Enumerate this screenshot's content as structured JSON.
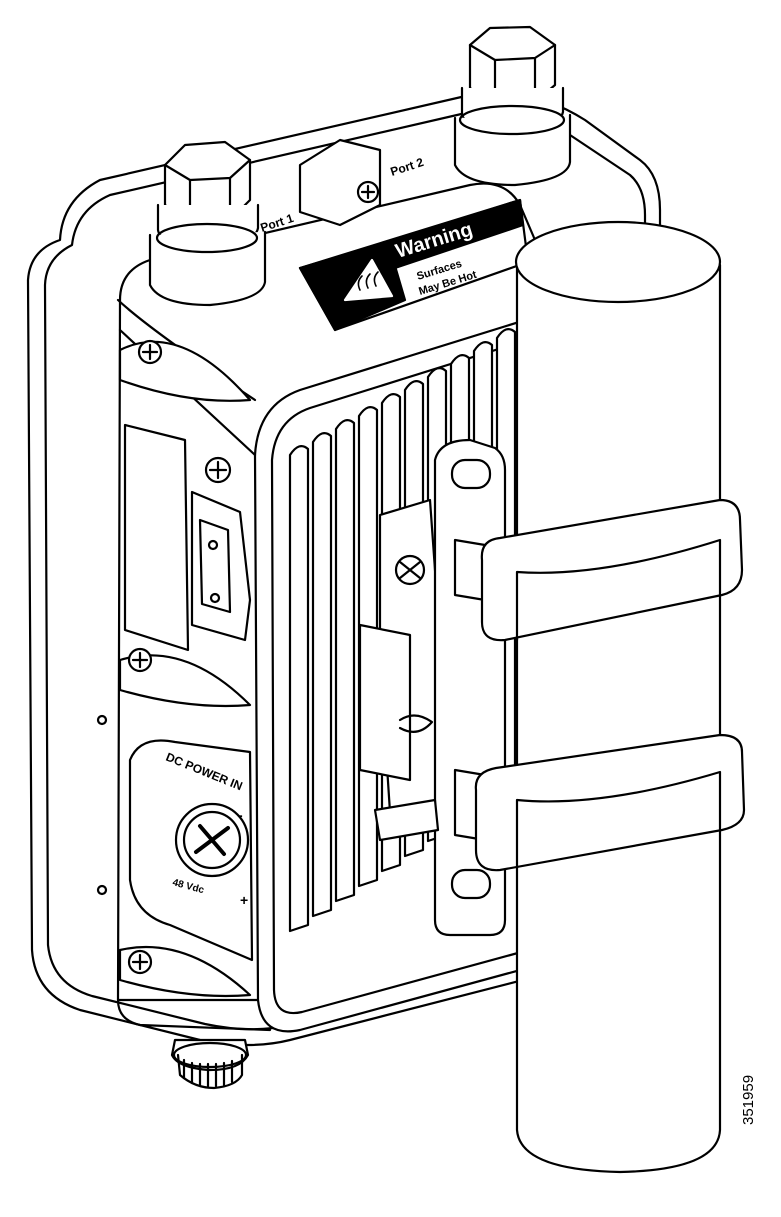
{
  "figure_id": "351959",
  "ports": {
    "port_top_left": "Port 1",
    "port_top_right": "Port 2"
  },
  "label": {
    "warning_title": "Warning",
    "warning_line1": "Surfaces",
    "warning_line2": "May Be Hot"
  },
  "power": {
    "label": "DC POWER IN",
    "voltage": "48 Vdc",
    "minus": "-",
    "plus": "+"
  },
  "icons": [
    "hot-surface-warning-icon",
    "ground-screw-icon",
    "cable-gland-icon",
    "mounting-pole"
  ],
  "colors": {
    "line": "#000000",
    "fill": "#ffffff"
  }
}
